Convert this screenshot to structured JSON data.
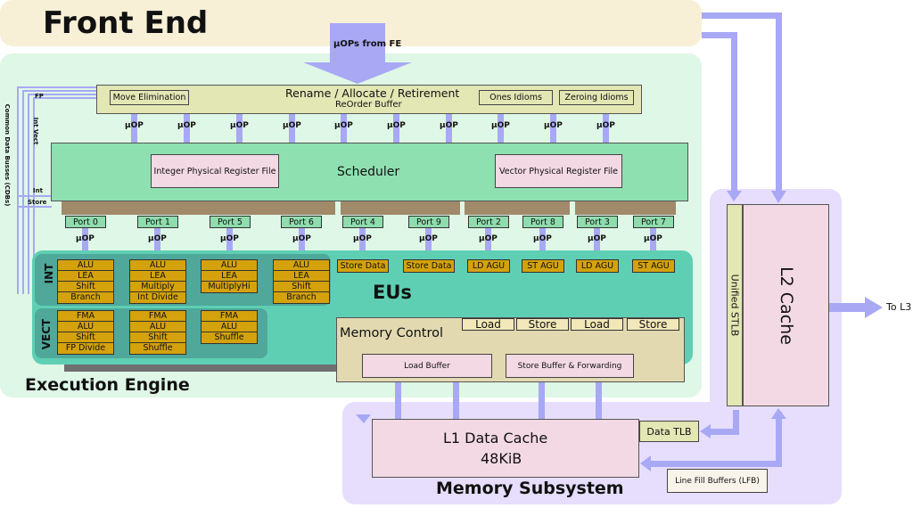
{
  "front_end": {
    "title": "Front End",
    "uops_from_fe": "µOPs from FE"
  },
  "rename": {
    "title": "Rename / Allocate / Retirement",
    "subtitle": "ReOrder Buffer",
    "move_elim": "Move Elimination",
    "ones_idioms": "Ones Idioms",
    "zeroing_idioms": "Zeroing Idioms"
  },
  "uop_label": "µOP",
  "scheduler": {
    "title": "Scheduler",
    "int_prf": "Integer Physical Register File",
    "vec_prf": "Vector Physical Register File"
  },
  "ports": [
    "Port 0",
    "Port 1",
    "Port 5",
    "Port 6",
    "Port 4",
    "Port 9",
    "Port 2",
    "Port 8",
    "Port 3",
    "Port 7"
  ],
  "int_units": [
    [
      "ALU",
      "LEA",
      "Shift",
      "Branch"
    ],
    [
      "ALU",
      "LEA",
      "Multiply",
      "Int Divide"
    ],
    [
      "ALU",
      "LEA",
      "MultiplyHi"
    ],
    [
      "ALU",
      "LEA",
      "Shift",
      "Branch"
    ]
  ],
  "vect_units": [
    [
      "FMA",
      "ALU",
      "Shift",
      "FP Divide"
    ],
    [
      "FMA",
      "ALU",
      "Shift",
      "Shuffle"
    ],
    [
      "FMA",
      "ALU",
      "Shuffle"
    ]
  ],
  "store_units": [
    "Store Data",
    "Store Data",
    "LD AGU",
    "ST AGU",
    "LD AGU",
    "ST AGU"
  ],
  "eus": {
    "title": "EUs",
    "int_label": "INT",
    "vect_label": "VECT"
  },
  "cdb": {
    "title": "Common Data Busses (CDBs)",
    "fp": "FP",
    "int_vect": "Int Vect",
    "int": "Int",
    "store": "Store"
  },
  "memory_control": {
    "title": "Memory Control",
    "load_buffer": "Load Buffer",
    "store_buffer": "Store Buffer & Forwarding",
    "ls": [
      "Load",
      "Store",
      "Load",
      "Store"
    ]
  },
  "execution_engine": {
    "title": "Execution Engine"
  },
  "l2": {
    "title": "L2 Cache",
    "stlb": "Unified STLB",
    "to_l3": "To L3"
  },
  "memory_subsystem": {
    "title": "Memory Subsystem",
    "l1_line1": "L1 Data Cache",
    "l1_line2": "48KiB",
    "data_tlb": "Data TLB",
    "lfb": "Line Fill Buffers (LFB)"
  },
  "colors": {
    "front_end": "#f8f0d6",
    "execution_engine": "#dff7e6",
    "memory_subsystem": "#e6defc",
    "rename": "#e2e7b4",
    "scheduler": "#8ee0b0",
    "pink": "#f3d9e4",
    "eus": "#5fcfb4",
    "gold": "#d4a20c",
    "arrow": "#a8a8f5",
    "grey_arrow": "#6f6f6f"
  }
}
